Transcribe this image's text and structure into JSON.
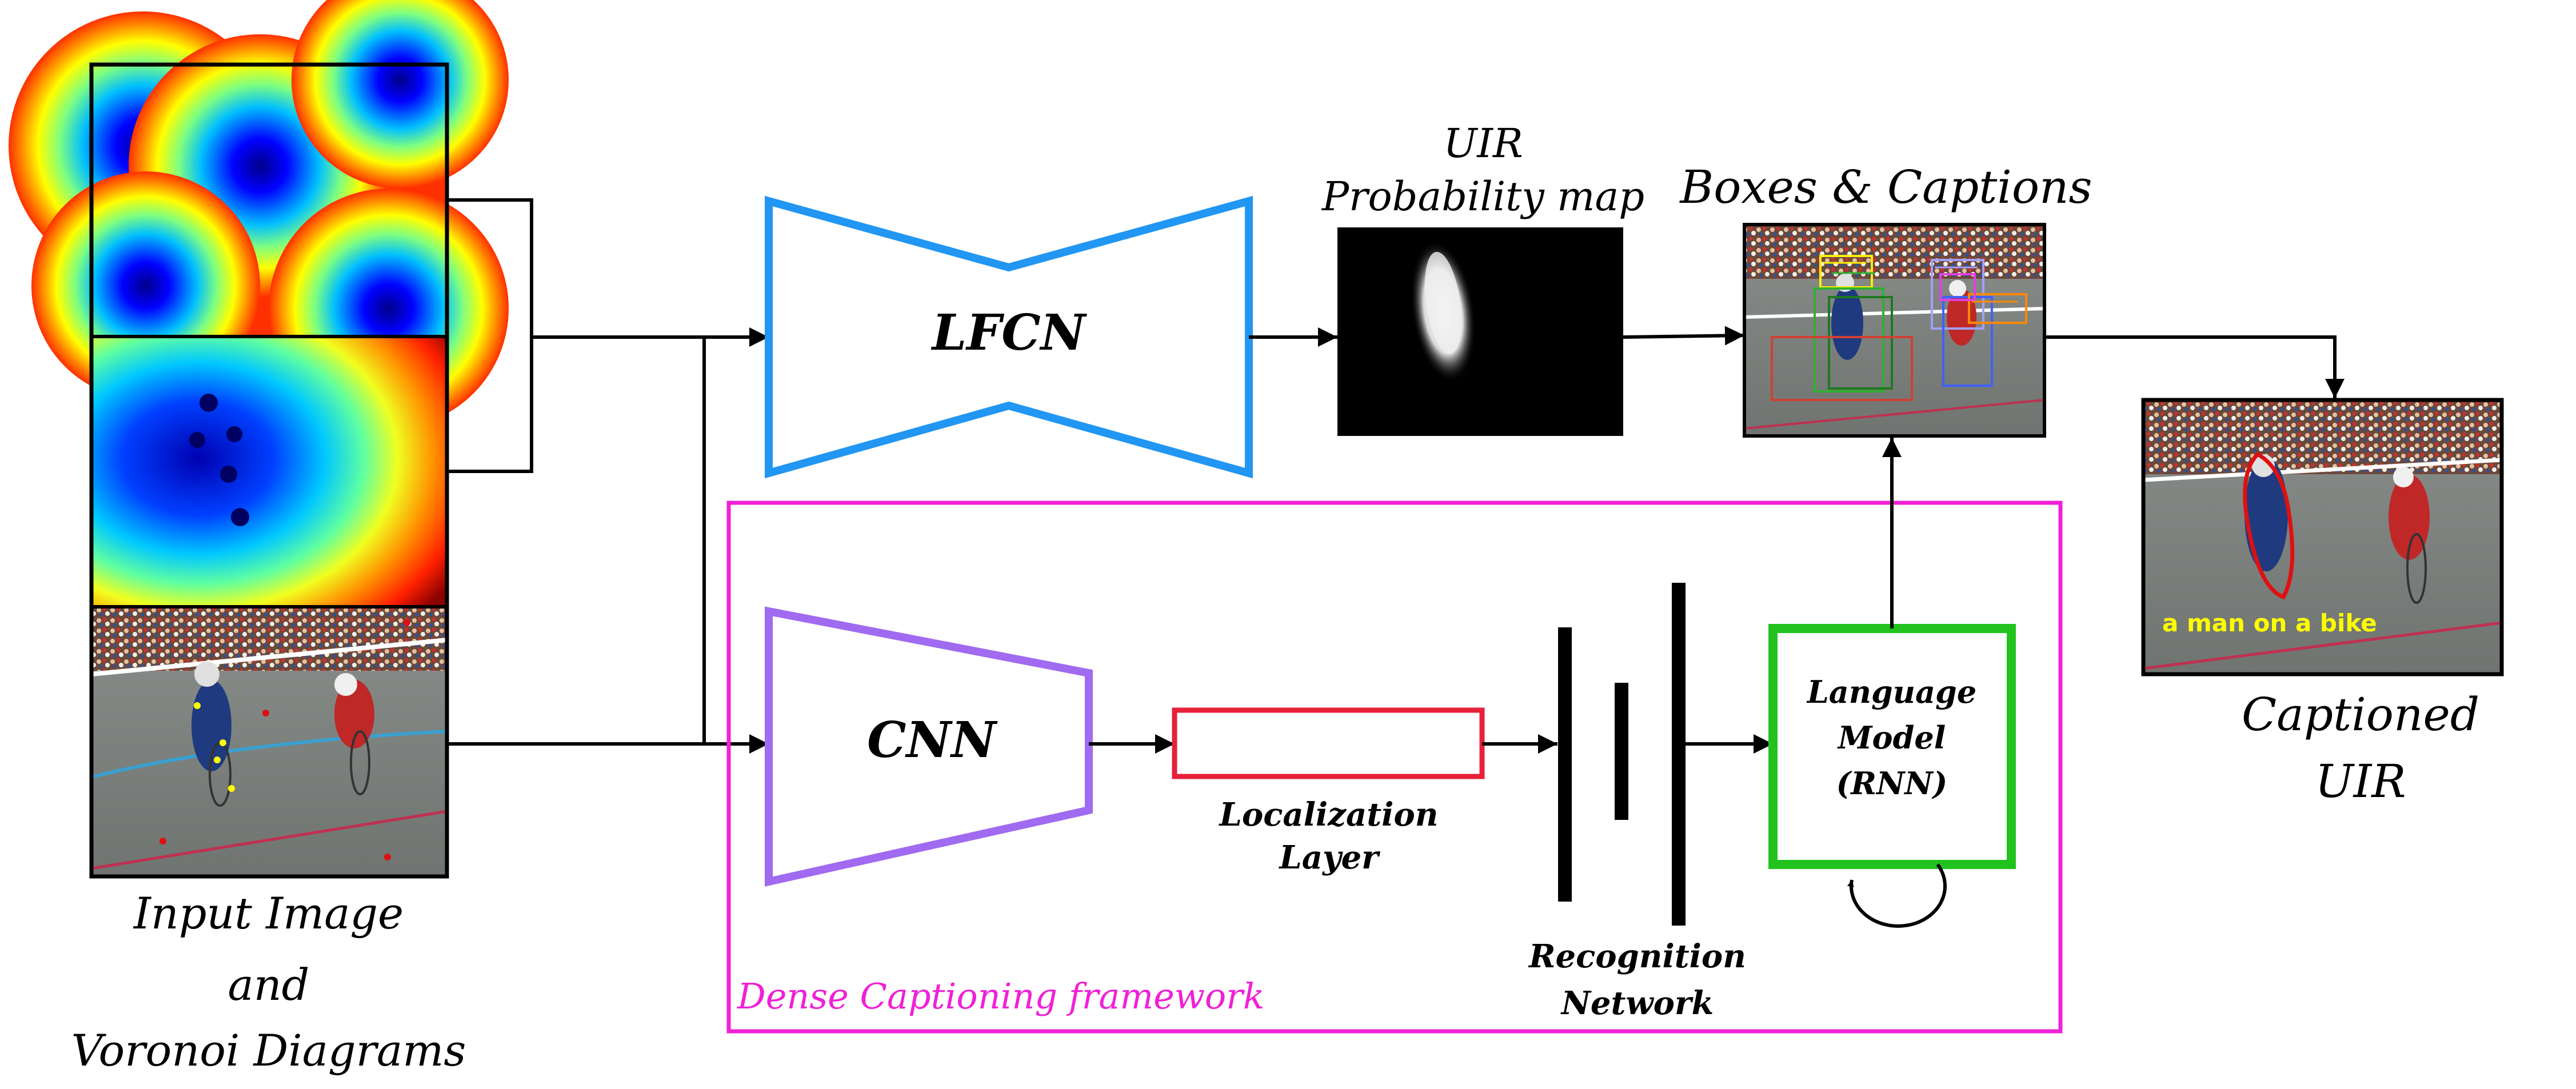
{
  "input": {
    "caption_line1": "Input Image",
    "caption_line2": "and",
    "caption_line3": "Voronoi Diagrams"
  },
  "lfcn": {
    "label": "LFCN"
  },
  "probability_map": {
    "title_line1": "UIR",
    "title_line2": "Probability map"
  },
  "boxes": {
    "title": "Boxes & Captions"
  },
  "output": {
    "overlay_caption": "a man on a bike",
    "caption_line1": "Captioned",
    "caption_line2": "UIR"
  },
  "framework": {
    "label": "Dense Captioning framework"
  },
  "cnn": {
    "label": "CNN"
  },
  "localization": {
    "label_line1": "Localization",
    "label_line2": "Layer"
  },
  "recognition": {
    "label_line1": "Recognition",
    "label_line2": "Network"
  },
  "language_model": {
    "line1": "Language",
    "line2": "Model",
    "line3": "(RNN)"
  },
  "colors": {
    "lfcn": "#2196f3",
    "cnn": "#a06bf0",
    "localization": "#e8203a",
    "language_model": "#22c21e",
    "framework": "#f020d8",
    "arrows": "#000000",
    "caption_overlay": "#ffff00"
  }
}
